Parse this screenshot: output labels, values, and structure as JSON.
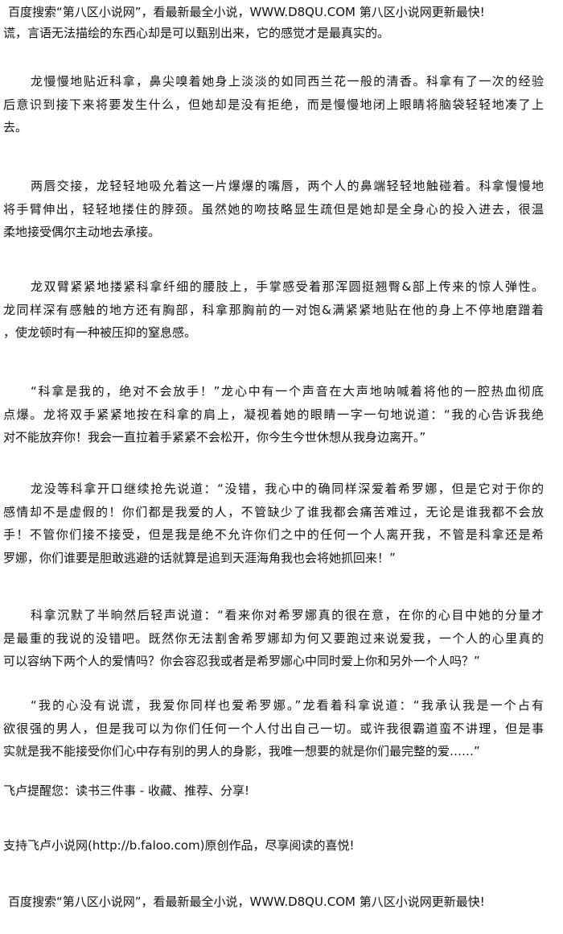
{
  "header_notice": "百度搜索“第八区小说网”，看最新最全小说，WWW.D8QU.COM  第八区小说网更新最快!",
  "intro_line": "谎，言语无法描绘的东西心却是可以甄别出来，它的感觉才是最真实的。",
  "paragraphs": [
    {
      "lines": [
        "龙慢慢地贴近科拿，鼻尖嗅着她身上淡淡的如同西兰花一般的清香。科拿有了一次的经验",
        "后意识到接下来将要发生什么，但她却是没有拒绝，而是慢慢地闭上眼睛将脑袋轻轻地凑了上",
        "去。"
      ]
    },
    {
      "lines": [
        "两唇交接，龙轻轻地吸允着这一片爆爆的嘴唇，两个人的鼻端轻轻地触碰着。科拿慢慢地",
        "将手臂伸出，轻轻地搂住的脖颈。虽然她的吻技略显生疏但是她却是全身心的投入进去，很温",
        "柔地接受偶尔主动地去承接。"
      ]
    },
    {
      "lines": [
        "龙双臂紧紧地搂紧科拿纤细的腰肢上，手掌感受着那浑圆挺翘臀&部上传来的惊人弹性。",
        "龙同样深有感触的地方还有胸部，科拿那胸前的一对饱&满紧紧地贴在他的身上不停地磨蹭着",
        "，使龙顿时有一种被压抑的窒息感。"
      ]
    },
    {
      "lines": [
        "“科拿是我的，绝对不会放手！”龙心中有一个声音在大声地呐喊着将他的一腔热血彻底",
        "点爆。龙将双手紧紧地按在科拿的肩上，凝视着她的眼睛一字一句地说道：“我的心告诉我绝",
        "对不能放弃你！我会一直拉着手紧紧不会松开，你今生今世休想从我身边离开。”"
      ]
    },
    {
      "lines": [
        "龙没等科拿开口继续抢先说道：“没错，我心中的确同样深爱着希罗娜，但是它对于你的",
        "感情却不是虚假的！你们都是我爱的人，不管缺少了谁我都会痛苦难过，无论是谁我都不会放",
        "手！不管你们接不接受，但是我是绝不允许你们之中的任何一个人离开我，不管是科拿还是希",
        "罗娜，你们谁要是胆敢逃避的话就算是追到天涯海角我也会将她抓回来！”"
      ]
    },
    {
      "lines": [
        "科拿沉默了半晌然后轻声说道：“看来你对希罗娜真的很在意，在你的心目中她的分量才",
        "是最重的我说的没错吧。既然你无法割舍希罗娜却为何又要跑过来说爱我，一个人的心里真的",
        "可以容纳下两个人的爱情吗？你会容忍我或者是希罗娜心中同时爱上你和另外一个人吗？”"
      ]
    },
    {
      "lines": [
        "“我的心没有说谎，我爱你同样也爱希罗娜。”龙看着科拿说道：“我承认我是一个占有",
        "欲很强的男人，但是我可以为你们任何一个人付出自己一切。或许我很霸道蛮不讲理，但是事",
        "实就是我不能接受你们心中存有别的男人的身影，我唯一想要的就是你们最完整的爱……”"
      ]
    }
  ],
  "faloo_reminder": "飞卢提醒您：读书三件事 - 收藏、推荐、分享!",
  "faloo_support": "支持飞卢小说网(http://b.faloo.com)原创作品，尽享阅读的喜悦!",
  "footer_notice": "百度搜索“第八区小说网”，看最新最全小说，WWW.D8QU.COM  第八区小说网更新最快!"
}
